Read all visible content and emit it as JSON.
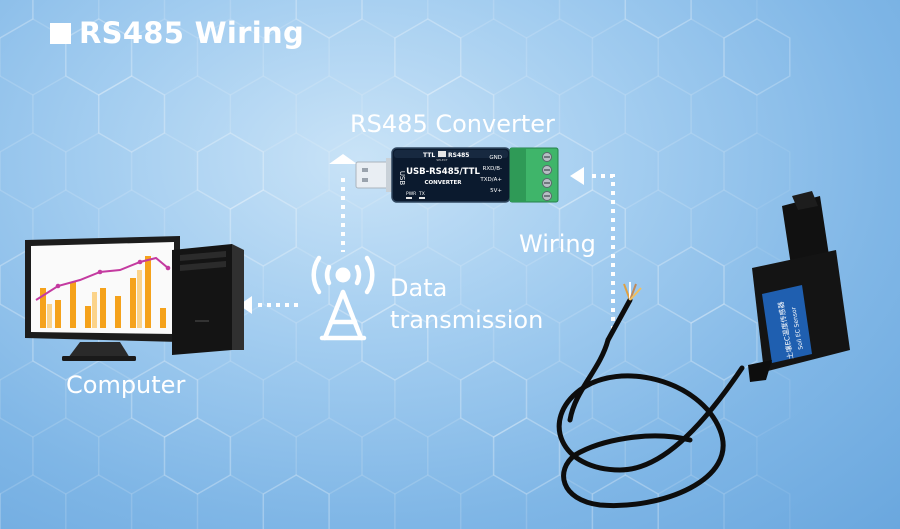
{
  "title": "RS485 Wiring",
  "labels": {
    "converter": "RS485 Converter",
    "wiring": "Wiring",
    "data_transmission_line1": "Data",
    "data_transmission_line2": "transmission",
    "computer": "Computer"
  },
  "converter_device": {
    "model": "USB-RS485/TTL",
    "subtitle": "CONVERTER",
    "side_label": "USB",
    "mode_labels": [
      "TTL",
      "RS485"
    ],
    "switch_label": "SELECT",
    "pins": [
      "GND",
      "RXD/B-",
      "TXD/A+",
      "5V+"
    ],
    "leds": [
      "PWR",
      "TX"
    ]
  },
  "sensor_device": {
    "chinese_name": "土壤EC温度传感器",
    "english_name": "Soil EC Sensor"
  },
  "colors": {
    "background": "#7fb6e6",
    "text": "#ffffff",
    "terminal_green": "#3fb56a",
    "converter_body": "#0b1a2e",
    "sensor_label_blue": "#1f5fb0",
    "chart_orange": "#f5a21b",
    "chart_magenta": "#c43aa0"
  },
  "icons": {
    "antenna": "broadcast-antenna-icon",
    "computer": "desktop-computer-icon",
    "arrow": "arrowhead-icon"
  }
}
